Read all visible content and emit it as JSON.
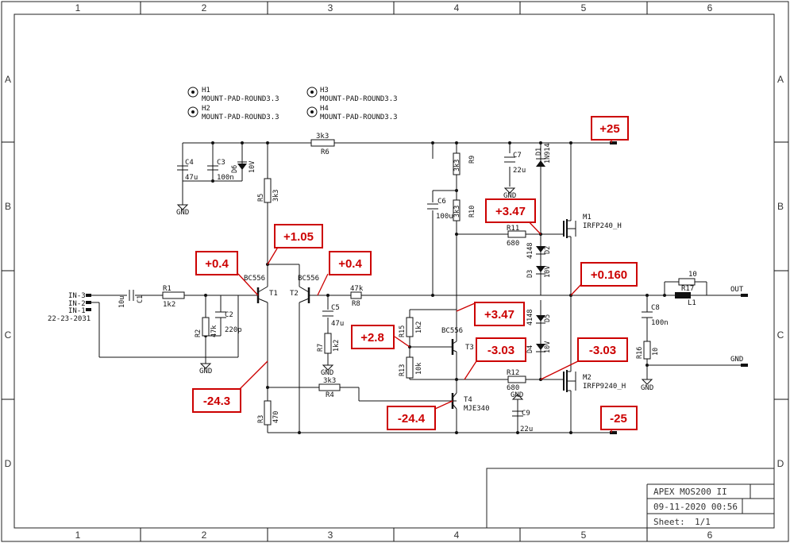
{
  "frame": {
    "columns": [
      "1",
      "2",
      "3",
      "4",
      "5",
      "6"
    ],
    "rows": [
      "A",
      "B",
      "C",
      "D"
    ]
  },
  "title_block": {
    "title": "APEX MOS200 II",
    "date": "09-11-2020 00:56",
    "sheet_label": "Sheet:",
    "sheet_value": "1/1"
  },
  "mount_pads": [
    {
      "ref": "H1",
      "value": "MOUNT-PAD-ROUND3.3"
    },
    {
      "ref": "H2",
      "value": "MOUNT-PAD-ROUND3.3"
    },
    {
      "ref": "H3",
      "value": "MOUNT-PAD-ROUND3.3"
    },
    {
      "ref": "H4",
      "value": "MOUNT-PAD-ROUND3.3"
    }
  ],
  "input_connector": {
    "pins": [
      "IN-3",
      "IN-2",
      "IN-1"
    ],
    "part": "22-23-2031"
  },
  "components": {
    "C1": {
      "ref": "C1",
      "value": "10u"
    },
    "R1": {
      "ref": "R1",
      "value": "1k2"
    },
    "R2": {
      "ref": "R2",
      "value": "47k"
    },
    "C2": {
      "ref": "C2",
      "value": "220p"
    },
    "C4": {
      "ref": "C4",
      "value": "47u"
    },
    "C3": {
      "ref": "C3",
      "value": "100n"
    },
    "D6": {
      "ref": "D6",
      "value": "10V"
    },
    "R6": {
      "ref": "R6",
      "value": "3k3"
    },
    "R5": {
      "ref": "R5",
      "value": "3k3"
    },
    "T1": {
      "ref": "T1",
      "value": "BC556"
    },
    "T2": {
      "ref": "T2",
      "value": "BC556"
    },
    "R8": {
      "ref": "R8",
      "value": "47k"
    },
    "C5": {
      "ref": "C5",
      "value": "47u"
    },
    "R7": {
      "ref": "R7",
      "value": "1k2"
    },
    "R4": {
      "ref": "R4",
      "value": "3k3"
    },
    "R3": {
      "ref": "R3",
      "value": "470"
    },
    "R9": {
      "ref": "R9",
      "value": "3k3"
    },
    "R10": {
      "ref": "R10",
      "value": "3k3"
    },
    "C6": {
      "ref": "C6",
      "value": "100u"
    },
    "C7": {
      "ref": "C7",
      "value": "22u"
    },
    "D1": {
      "ref": "D1",
      "value": "1N914"
    },
    "R11": {
      "ref": "R11",
      "value": "680"
    },
    "D2": {
      "ref": "D2",
      "value": "4148"
    },
    "D3": {
      "ref": "D3",
      "value": "10V"
    },
    "M1": {
      "ref": "M1",
      "value": "IRFP240_H"
    },
    "R15": {
      "ref": "R15",
      "value": "1k2"
    },
    "R13": {
      "ref": "R13",
      "value": "10k"
    },
    "T3": {
      "ref": "T3",
      "value": "BC556"
    },
    "D5": {
      "ref": "D5",
      "value": "4148"
    },
    "D4": {
      "ref": "D4",
      "value": "10V"
    },
    "R12": {
      "ref": "R12",
      "value": "680"
    },
    "M2": {
      "ref": "M2",
      "value": "IRFP9240_H"
    },
    "T4": {
      "ref": "T4",
      "value": "MJE340"
    },
    "C9": {
      "ref": "C9",
      "value": "22u"
    },
    "C8": {
      "ref": "C8",
      "value": "100n"
    },
    "R16": {
      "ref": "R16",
      "value": "10"
    },
    "R17": {
      "ref": "R17",
      "value": "10"
    },
    "L1": {
      "ref": "L1",
      "value": ""
    }
  },
  "net_labels": {
    "gnd": "GND",
    "out": "OUT"
  },
  "voltages": {
    "v_plus25": "+25",
    "v_347_top": "+3.47",
    "v_105": "+1.05",
    "v_04_a": "+0.4",
    "v_04_b": "+0.4",
    "v_0160": "+0.160",
    "v_347_mid": "+3.47",
    "v_28": "+2.8",
    "v_303_a": "-3.03",
    "v_303_b": "-3.03",
    "v_243": "-24.3",
    "v_244": "-24.4",
    "v_minus25": "-25"
  },
  "colors": {
    "annotation": "#cc0000",
    "wire": "#111111"
  }
}
